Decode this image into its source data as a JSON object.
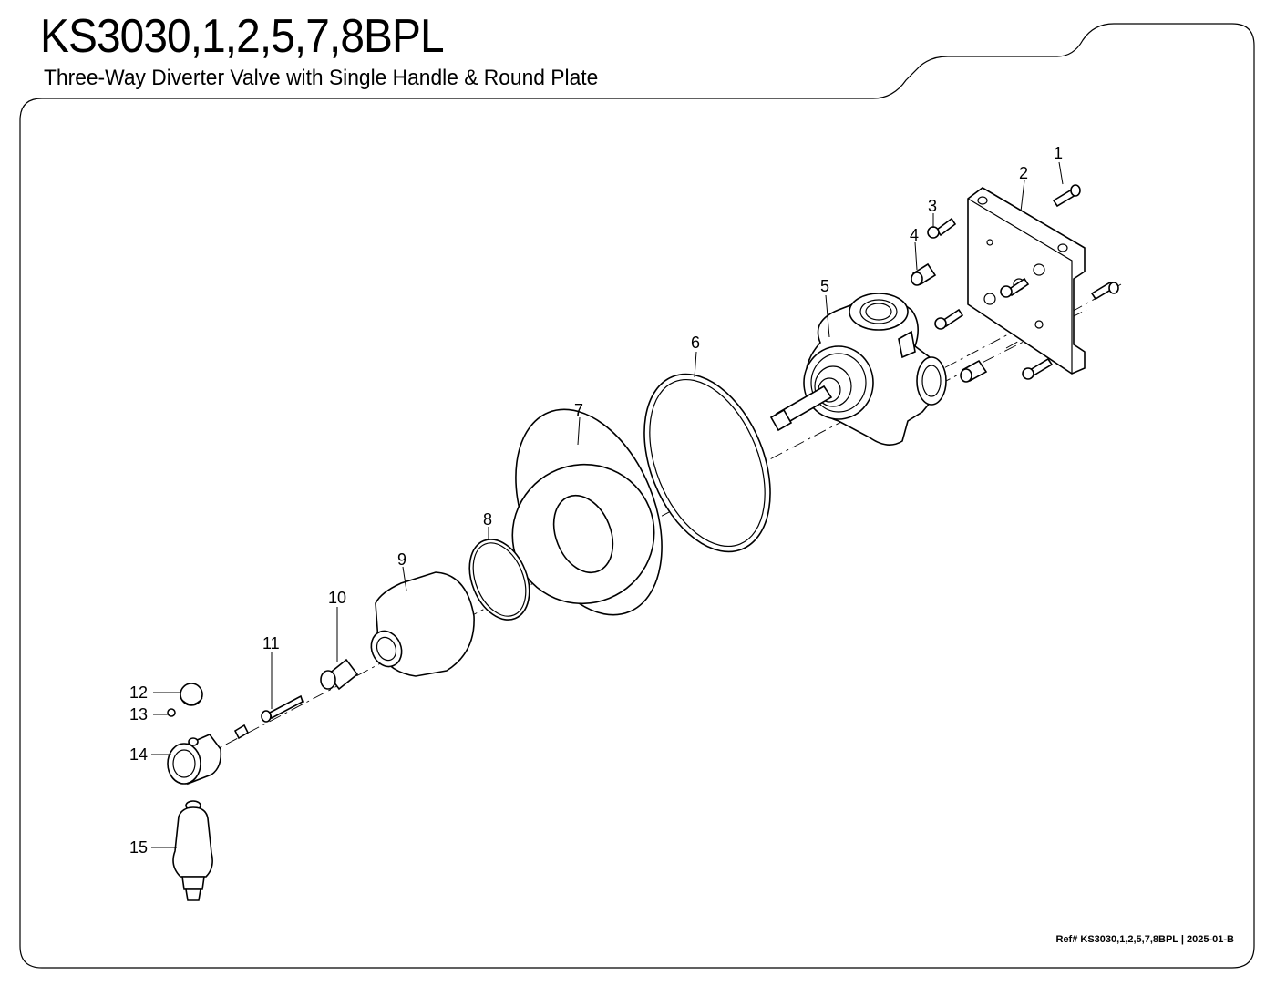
{
  "header": {
    "title": "KS3030,1,2,5,7,8BPL",
    "subtitle": "Three-Way Diverter Valve with Single Handle & Round Plate"
  },
  "diagram": {
    "callouts": [
      {
        "id": "1",
        "label": "1"
      },
      {
        "id": "2",
        "label": "2"
      },
      {
        "id": "3",
        "label": "3"
      },
      {
        "id": "4",
        "label": "4"
      },
      {
        "id": "5",
        "label": "5"
      },
      {
        "id": "6",
        "label": "6"
      },
      {
        "id": "7",
        "label": "7"
      },
      {
        "id": "8",
        "label": "8"
      },
      {
        "id": "9",
        "label": "9"
      },
      {
        "id": "10",
        "label": "10"
      },
      {
        "id": "11",
        "label": "11"
      },
      {
        "id": "12",
        "label": "12"
      },
      {
        "id": "13",
        "label": "13"
      },
      {
        "id": "14",
        "label": "14"
      },
      {
        "id": "15",
        "label": "15"
      }
    ]
  },
  "footer": {
    "reference": "Ref# KS3030,1,2,5,7,8BPL | 2025-01-B"
  }
}
